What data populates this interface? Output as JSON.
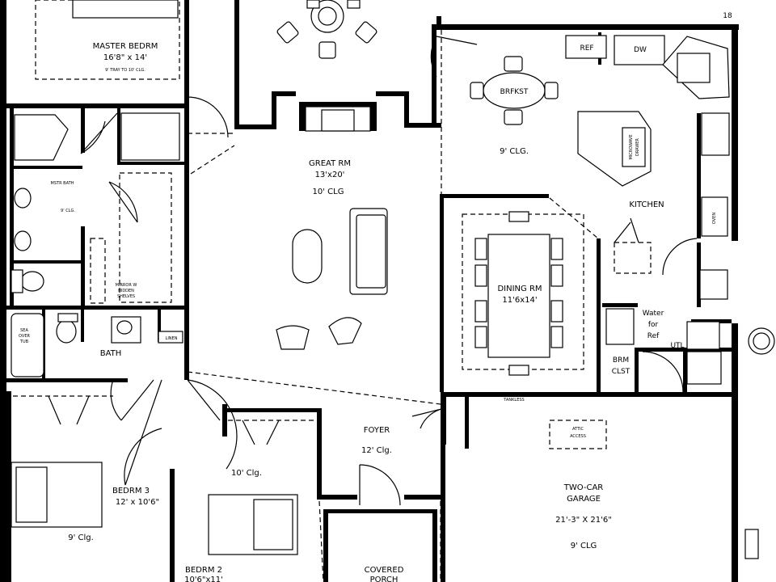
{
  "rooms": {
    "master_bedroom": {
      "name": "MASTER BEDRM",
      "size": "16'8\" x 14'",
      "note": "9' TRAY TO 10' CLG."
    },
    "master_bath": {
      "name": "MSTR BATH",
      "ceiling": "9' CLG."
    },
    "great_room": {
      "name": "GREAT RM",
      "size": "13'x20'",
      "ceiling": "10' CLG"
    },
    "breakfast": {
      "name": "BRFKST",
      "ceiling": "9' CLG."
    },
    "kitchen": {
      "name": "KITCHEN"
    },
    "dining": {
      "name": "DINING RM",
      "size": "11'6x14'"
    },
    "bath": {
      "name": "BATH"
    },
    "linen": {
      "name": "LINEN"
    },
    "hall": {
      "ceiling": "10' Clg."
    },
    "foyer": {
      "name": "FOYER",
      "ceiling": "12' Clg."
    },
    "bedroom3": {
      "name": "BEDRM 3",
      "size": "12' x 10'6\"",
      "ceiling": "9' Clg."
    },
    "bedroom2": {
      "name": "BEDRM 2",
      "size": "10'6\"x11'"
    },
    "garage": {
      "name": "TWO-CAR",
      "name2": "GARAGE",
      "size": "21'-3\" X 21'6\"",
      "ceiling": "9' CLG"
    },
    "utility": {
      "name": "UTL"
    },
    "broom_closet": {
      "name": "BRM",
      "name2": "CLST"
    },
    "covered_porch": {
      "name": "COVERED",
      "name2": "PORCH"
    }
  },
  "fixtures": {
    "refrigerator": "REF",
    "dishwasher": "DW",
    "oven": "OVEN",
    "water_for_ref_1": "Water",
    "water_for_ref_2": "for",
    "water_for_ref_3": "Ref",
    "tankless": "TANKLESS",
    "attic_access_1": "ATTIC",
    "attic_access_2": "ACCESS",
    "drawers_1": "MICROWAVE",
    "drawers_2": "DRAWER",
    "mirror_1": "MIRROR W",
    "mirror_2": "HIDDEN",
    "mirror_3": "SHELVES",
    "tub_1": "SEA",
    "tub_2": "OVER",
    "tub_3": "TUB",
    "guest_mark": "18"
  }
}
